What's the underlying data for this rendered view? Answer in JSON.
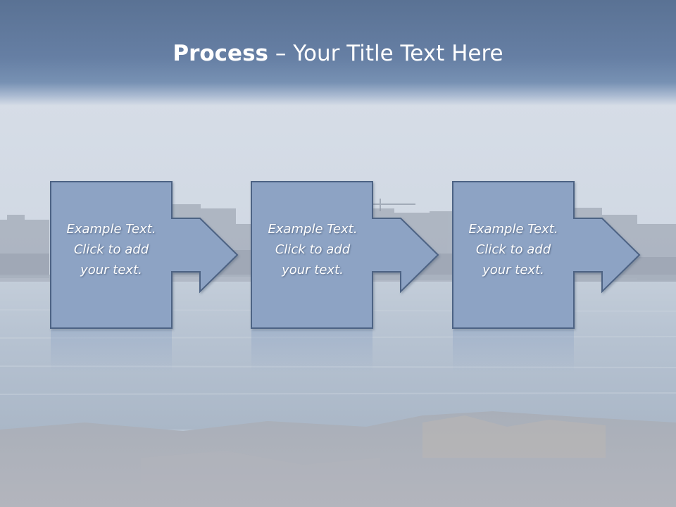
{
  "slide": {
    "title_bold": "Process",
    "title_rest": " – Your Title Text Here"
  },
  "process": {
    "steps": [
      {
        "text": "Example Text.\nClick  to add\nyour text."
      },
      {
        "text": "Example Text.\nClick  to add\nyour text."
      },
      {
        "text": "Example Text.\nClick  to add\nyour text."
      }
    ]
  },
  "colors": {
    "box_fill": "#8da3c4",
    "box_stroke": "#4e6384",
    "title_band": "#637ba0",
    "water": "#b9c5d3"
  }
}
